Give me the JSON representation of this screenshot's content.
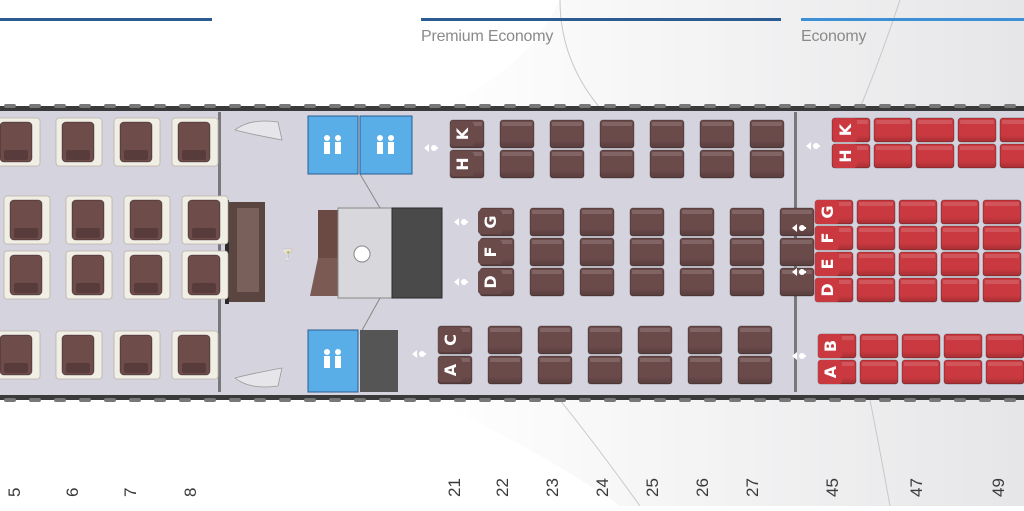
{
  "cabins": [
    {
      "name": "",
      "bar_color": "#2a5c91"
    },
    {
      "name": "Premium Economy",
      "bar_color": "#2a5c91"
    },
    {
      "name": "Economy",
      "bar_color": "#3d8fd6"
    }
  ],
  "column_numbers": [
    "5",
    "6",
    "7",
    "8",
    "21",
    "22",
    "23",
    "24",
    "25",
    "26",
    "27",
    "45",
    "47",
    "49"
  ],
  "seat_letters": {
    "premium_top": [
      "K",
      "H"
    ],
    "premium_mid": [
      "G",
      "F",
      "D"
    ],
    "premium_bottom": [
      "C",
      "A"
    ],
    "economy_top": [
      "K",
      "H"
    ],
    "economy_mid": [
      "G",
      "F",
      "E",
      "D"
    ],
    "economy_bottom": [
      "B",
      "A"
    ]
  },
  "colors": {
    "fuselage_floor": "#d5d3de",
    "business_seat": "#6e4c4a",
    "premium_seat": "#6b4a4a",
    "economy_seat": "#c9393f",
    "lavatory": "#5aaee8",
    "galley": "#4a4a4a"
  },
  "icons": [
    "lavatory-icon",
    "exit-arrow-icon",
    "bar-glass-icon",
    "galley-meal-icon"
  ]
}
